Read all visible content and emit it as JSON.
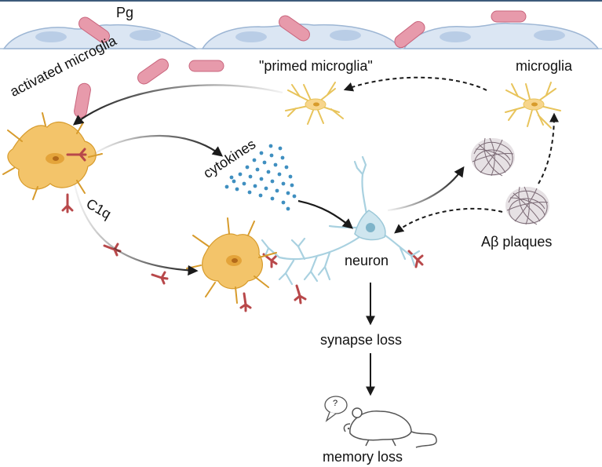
{
  "labels": {
    "pg": "Pg",
    "primed_microglia": "\"primed microglia\"",
    "microglia": "microglia",
    "activated_microglia": "activated microglia",
    "cytokines": "cytokines",
    "c1q": "C1q",
    "neuron": "neuron",
    "abeta_plaques": "Aβ plaques",
    "synapse_loss": "synapse loss",
    "memory_loss": "memory loss",
    "question_mark": "?"
  },
  "colors": {
    "epithelium_fill": "#dbe6f3",
    "epithelium_stroke": "#9db6d4",
    "nucleus": "#b9cde6",
    "bacterium_fill": "#e79aab",
    "bacterium_stroke": "#c9657d",
    "microglia_fill": "#f3c46a",
    "microglia_stroke": "#d79b2c",
    "neuron_fill": "#cfe6ef",
    "neuron_stroke": "#9cc8d8",
    "c1q": "#b8484a",
    "cytokine_dot": "#3f8fc0",
    "plaque": "#7b6a75",
    "arrow": "#1a1a1a",
    "mouse_stroke": "#555555"
  },
  "icons": [
    "pg-bacterium-icon",
    "microglia-cell-icon",
    "neuron-icon",
    "c1q-icon",
    "amyloid-plaque-icon",
    "mouse-icon",
    "speech-bubble-icon"
  ]
}
